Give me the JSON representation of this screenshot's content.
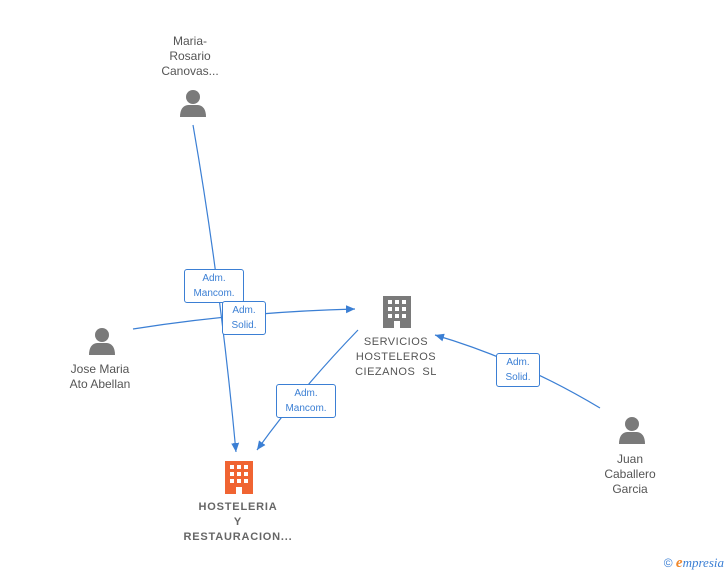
{
  "colors": {
    "edge": "#3b7fd4",
    "person": "#7a7a7a",
    "company": "#7a7a7a",
    "main_company": "#f06432"
  },
  "nodes": {
    "maria": {
      "lines": [
        "Maria-",
        "Rosario",
        "Canovas..."
      ],
      "icon": "person-icon"
    },
    "jose": {
      "lines": [
        "Jose Maria",
        "Ato Abellan"
      ],
      "icon": "person-icon"
    },
    "juan": {
      "lines": [
        "Juan",
        "Caballero",
        "Garcia"
      ],
      "icon": "person-icon"
    },
    "servicios": {
      "lines": [
        "SERVICIOS",
        "HOSTELEROS",
        "CIEZANOS  SL"
      ],
      "icon": "building-icon"
    },
    "hosteleria": {
      "lines": [
        "HOSTELERIA",
        "Y",
        "RESTAURACION..."
      ],
      "icon": "building-icon"
    }
  },
  "edges": {
    "maria_hosteleria": {
      "lines": [
        "Adm.",
        "Mancom."
      ]
    },
    "jose_servicios": {
      "lines": [
        "Adm.",
        "Solid."
      ]
    },
    "servicios_hosteleria": {
      "lines": [
        "Adm.",
        "Mancom."
      ]
    },
    "juan_servicios": {
      "lines": [
        "Adm.",
        "Solid."
      ]
    }
  },
  "watermark": {
    "copyright": "©",
    "brand_initial": "e",
    "brand_rest": "mpresia"
  }
}
